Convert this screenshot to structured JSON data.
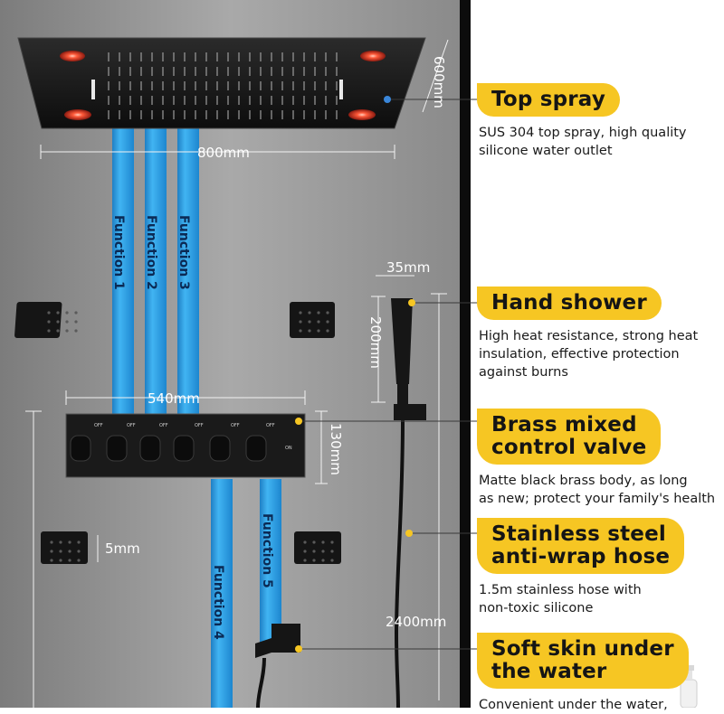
{
  "dimensions": {
    "top_width": "800mm",
    "top_depth": "600mm",
    "valve_width": "540mm",
    "valve_height": "130mm",
    "handshower_width": "35mm",
    "handshower_height": "200mm",
    "body_jet": "5mm",
    "total_height": "2400mm"
  },
  "functions": [
    "Function 1",
    "Function 2",
    "Function 3",
    "Function 4",
    "Function 5"
  ],
  "valve_labels": [
    "OFF",
    "OFF",
    "OFF",
    "OFF",
    "OFF",
    "OFF",
    "ON"
  ],
  "features": [
    {
      "title": "Top spray",
      "desc": "SUS 304 top spray, high quality\nsilicone water outlet"
    },
    {
      "title": "Hand shower",
      "desc": "High heat resistance, strong heat\ninsulation, effective protection\nagainst burns"
    },
    {
      "title": "Brass mixed\ncontrol valve",
      "desc": "Matte black brass body, as long\nas new;  protect your family's health"
    },
    {
      "title": "Stainless steel\nanti-wrap hose",
      "desc": "1.5m stainless hose with\nnon-toxic silicone"
    },
    {
      "title": "Soft skin under\nthe water",
      "desc": "Convenient under the water,"
    }
  ],
  "colors": {
    "accent": "#f6c623",
    "pipe": "#2aa3e8",
    "wall": "#9a9a9a",
    "product": "#141414",
    "led": "#ff3b2f"
  }
}
